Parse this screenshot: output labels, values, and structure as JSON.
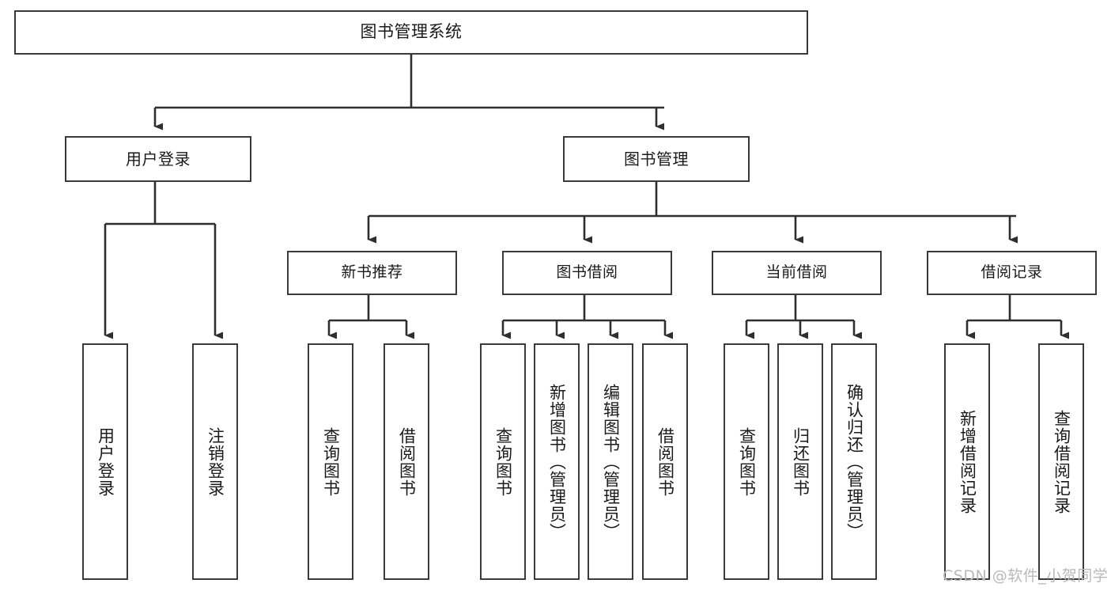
{
  "diagram": {
    "title": "图书管理系统",
    "type": "tree",
    "root": {
      "label": "图书管理系统"
    },
    "level1": [
      {
        "label": "用户登录"
      },
      {
        "label": "图书管理"
      }
    ],
    "level2": [
      {
        "label": "新书推荐"
      },
      {
        "label": "图书借阅"
      },
      {
        "label": "当前借阅"
      },
      {
        "label": "借阅记录"
      }
    ],
    "leaves": {
      "user_login": [
        {
          "label": "用户登录"
        },
        {
          "label": "注销登录"
        }
      ],
      "new_book_recommend": [
        {
          "label": "查询图书"
        },
        {
          "label": "借阅图书"
        }
      ],
      "book_borrow": [
        {
          "label": "查询图书"
        },
        {
          "label": "新增图书（管理员）"
        },
        {
          "label": "编辑图书（管理员）"
        },
        {
          "label": "借阅图书"
        }
      ],
      "current_borrow": [
        {
          "label": "查询图书"
        },
        {
          "label": "归还图书"
        },
        {
          "label": "确认归还（管理员）"
        }
      ],
      "borrow_record": [
        {
          "label": "新增借阅记录"
        },
        {
          "label": "查询借阅记录"
        }
      ]
    }
  },
  "watermark": {
    "text": "CSDN @软件_小贺同学"
  },
  "colors": {
    "stroke": "#3a3a3a",
    "fill": "#ffffff",
    "text": "#1a1a1a",
    "watermark": "#b9b9b9",
    "background": "#ffffff"
  }
}
